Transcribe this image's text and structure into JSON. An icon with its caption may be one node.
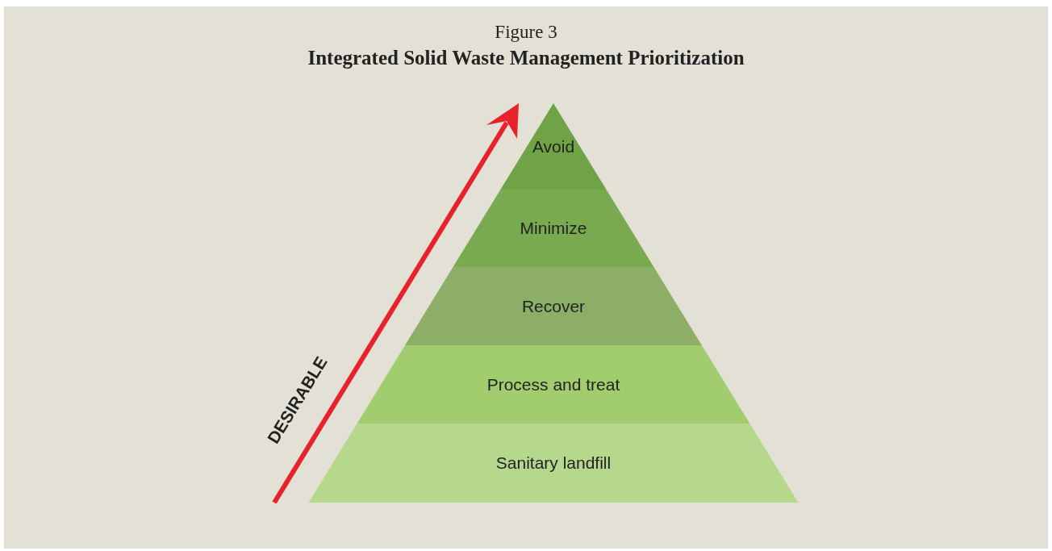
{
  "diagram": {
    "title": "Integrated Solid Waste Management Prioritization",
    "nodes": [
      {
        "text": [
          "Avoid"
        ]
      },
      {
        "text": [
          "Minimize"
        ]
      },
      {
        "text": [
          "Recover"
        ]
      },
      {
        "text": [
          "Process and treat"
        ]
      },
      {
        "text": [
          "Sanitary landfill"
        ]
      }
    ],
    "edges": [],
    "labels": [
      "Figure 3",
      "DESIRABLE"
    ]
  }
}
